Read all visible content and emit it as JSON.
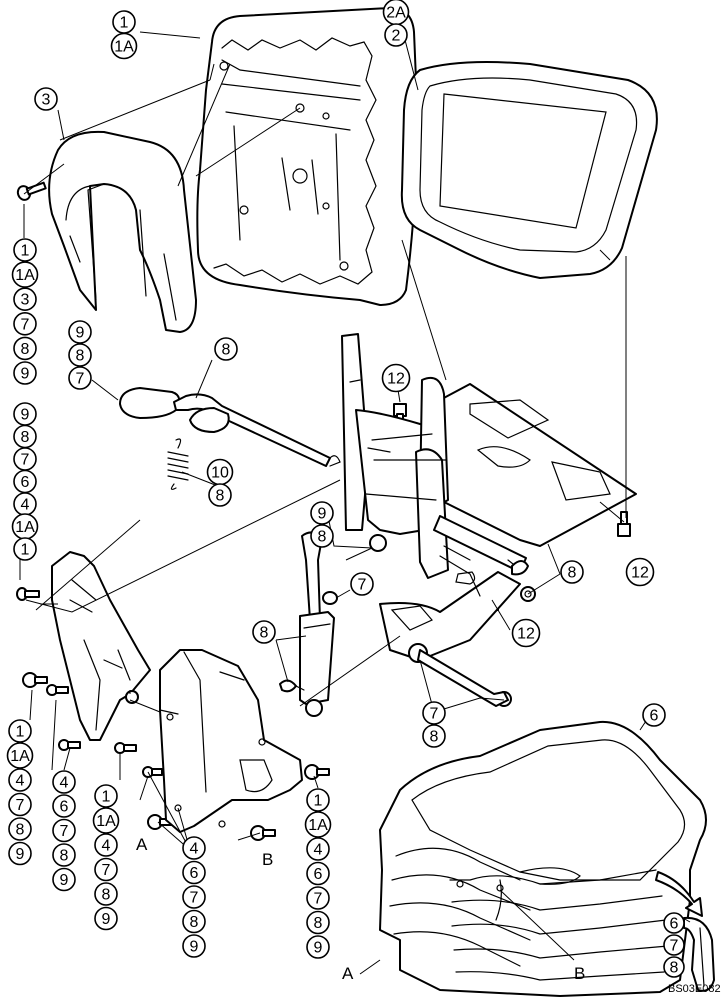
{
  "figure_code": "BS03E082",
  "ref_letters": {
    "a": "A",
    "b": "B"
  },
  "callouts": {
    "seat_back": [
      "1",
      "1A"
    ],
    "seat_cushion": [
      "2A",
      "2"
    ],
    "back_cover": [
      "3"
    ],
    "back_cover_hw": [
      "1",
      "1A",
      "3",
      "7",
      "8",
      "9"
    ],
    "lever_hw": [
      "9",
      "8",
      "7"
    ],
    "lever": [
      "8"
    ],
    "spring": [
      "10",
      "8"
    ],
    "left_stack": [
      "9",
      "8",
      "7",
      "6",
      "4",
      "1A",
      "1"
    ],
    "bracket_bolt_a": [
      "12"
    ],
    "bracket_bolt_b": [
      "12"
    ],
    "bracket_bolt_c": [
      "12"
    ],
    "rail_nut": [
      "8"
    ],
    "bushing": [
      "9",
      "8"
    ],
    "shock_nut": [
      "7"
    ],
    "shock": [
      "8"
    ],
    "pin": [
      "7",
      "8"
    ],
    "boot": [
      "6"
    ],
    "left_panel_stack": [
      "1",
      "1A",
      "4",
      "7",
      "8",
      "9"
    ],
    "panel_mid_4": [
      "4"
    ],
    "panel_mid_stack": [
      "6",
      "7",
      "8",
      "9"
    ],
    "center_stack": [
      "1",
      "1A",
      "4",
      "7",
      "8",
      "9"
    ],
    "lower_stack": [
      "4",
      "6",
      "7",
      "8",
      "9"
    ],
    "right_stack": [
      "1",
      "1A",
      "4",
      "6",
      "7",
      "8",
      "9"
    ],
    "strap": [
      "6",
      "7",
      "8"
    ]
  }
}
